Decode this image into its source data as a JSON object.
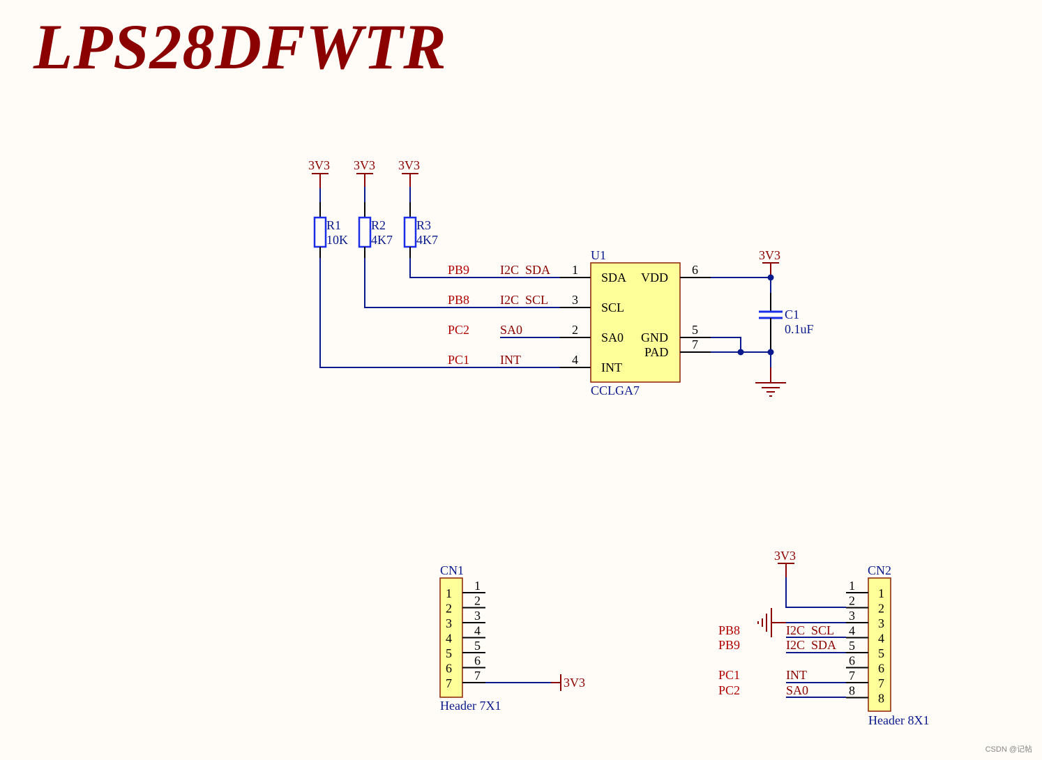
{
  "title": "LPS28DFWTR",
  "watermark": "CSDN @记帖",
  "colors": {
    "background": "#fffcf7",
    "wire": "#0a1a8c",
    "power": "#8b0000",
    "net_label": "#b00000",
    "component_fill": "#ffff99",
    "component_border": "#8b2000"
  },
  "power_net": "3V3",
  "resistors": [
    {
      "ref": "R1",
      "value": "10K"
    },
    {
      "ref": "R2",
      "value": "4K7"
    },
    {
      "ref": "R3",
      "value": "4K7"
    }
  ],
  "u1": {
    "ref": "U1",
    "package": "CCLGA7",
    "left_pins": [
      {
        "num": "1",
        "name": "SDA",
        "signal": "I2C  SDA",
        "port": "PB9"
      },
      {
        "num": "3",
        "name": "SCL",
        "signal": "I2C  SCL",
        "port": "PB8"
      },
      {
        "num": "2",
        "name": "SA0",
        "signal": "SA0",
        "port": "PC2"
      },
      {
        "num": "4",
        "name": "INT",
        "signal": "INT",
        "port": "PC1"
      }
    ],
    "right_pins": [
      {
        "num": "6",
        "name": "VDD"
      },
      {
        "num": "5",
        "name": "GND"
      },
      {
        "num": "7",
        "name": "PAD"
      }
    ]
  },
  "c1": {
    "ref": "C1",
    "value": "0.1uF"
  },
  "cn1": {
    "ref": "CN1",
    "footprint": "Header 7X1",
    "pins": [
      "1",
      "2",
      "3",
      "4",
      "5",
      "6",
      "7"
    ],
    "power_label": "3V3"
  },
  "cn2": {
    "ref": "CN2",
    "footprint": "Header 8X1",
    "pins": [
      "1",
      "2",
      "3",
      "4",
      "5",
      "6",
      "7",
      "8"
    ],
    "power_label": "3V3",
    "signals": [
      {
        "pin": "4",
        "port": "PB8",
        "signal": "I2C  SCL"
      },
      {
        "pin": "5",
        "port": "PB9",
        "signal": "I2C  SDA"
      },
      {
        "pin": "7",
        "port": "PC1",
        "signal": "INT"
      },
      {
        "pin": "8",
        "port": "PC2",
        "signal": "SA0"
      }
    ]
  }
}
